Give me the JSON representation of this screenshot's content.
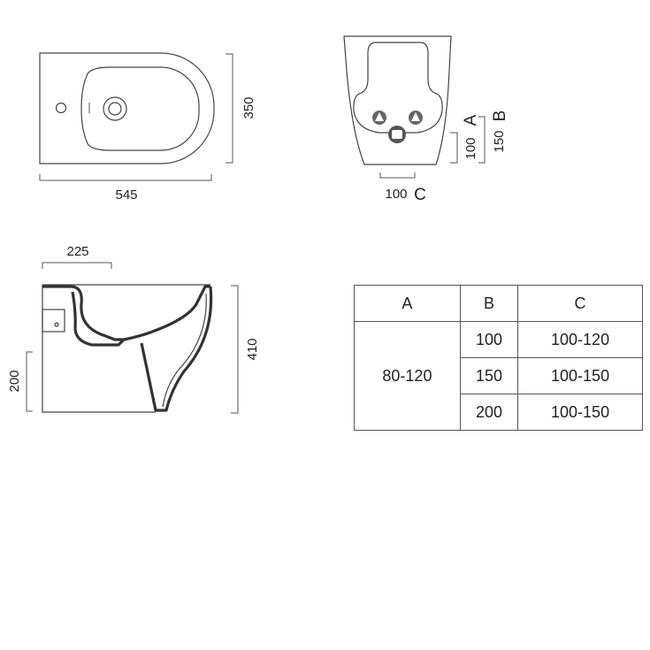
{
  "dimensions": {
    "top_width": "545",
    "top_depth": "350",
    "rear_a": "100",
    "rear_a_letter": "A",
    "rear_b": "150",
    "rear_b_letter": "B",
    "rear_c": "100",
    "rear_c_letter": "C",
    "side_offset": "225",
    "side_height": "410",
    "side_floor": "200"
  },
  "table": {
    "headers": [
      "A",
      "B",
      "C"
    ],
    "a_value": "80-120",
    "rows": [
      {
        "b": "100",
        "c": "100-120"
      },
      {
        "b": "150",
        "c": "100-150"
      },
      {
        "b": "200",
        "c": "100-150"
      }
    ]
  }
}
